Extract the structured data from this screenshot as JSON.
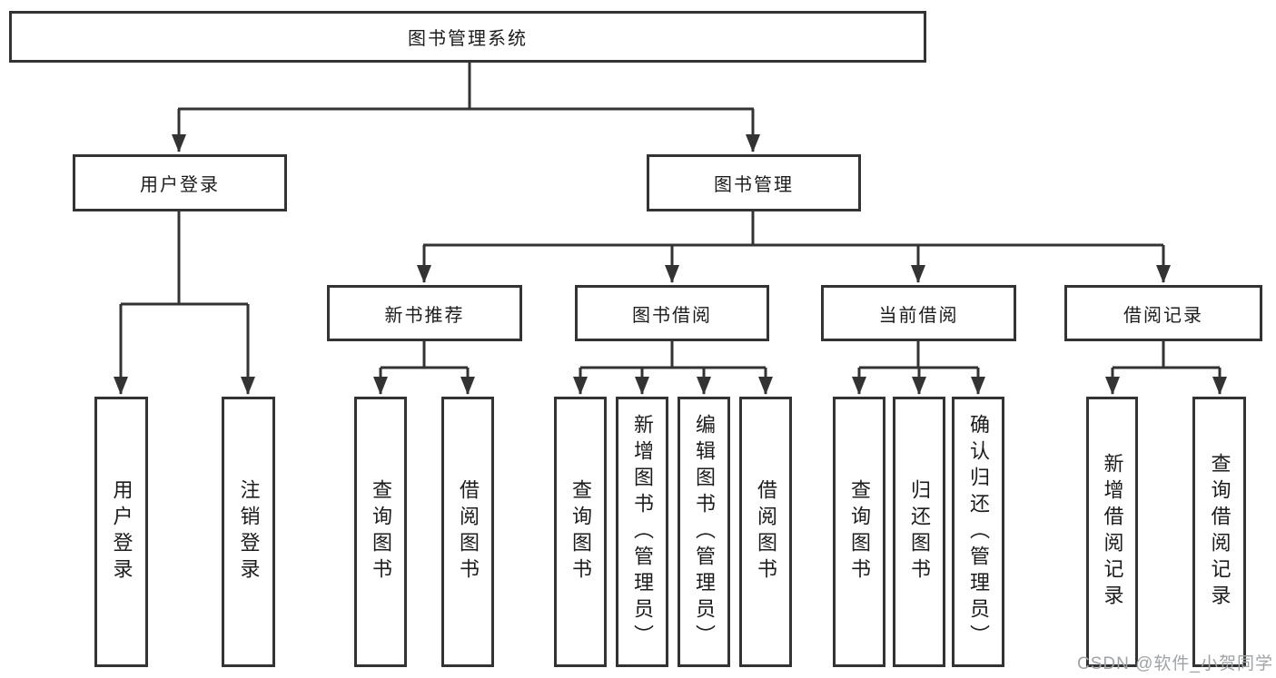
{
  "diagram": {
    "root": "图书管理系统",
    "level2": [
      "用户登录",
      "图书管理"
    ],
    "level3": [
      "新书推荐",
      "图书借阅",
      "当前借阅",
      "借阅记录"
    ],
    "leaves": {
      "user_login": [
        "用户登录",
        "注销登录"
      ],
      "new_book": [
        "查询图书",
        "借阅图书"
      ],
      "book_borrow": [
        "查询图书",
        "新增图书（管理员）",
        "编辑图书（管理员）",
        "借阅图书"
      ],
      "current_borrow": [
        "查询图书",
        "归还图书",
        "确认归还（管理员）"
      ],
      "borrow_record": [
        "新增借阅记录",
        "查询借阅记录"
      ]
    }
  },
  "watermark": "CSDN @软件_小贺同学",
  "colors": {
    "line": "#333333",
    "text": "#1c1c1c",
    "background": "#ffffff",
    "watermark": "#9fa3a7"
  }
}
